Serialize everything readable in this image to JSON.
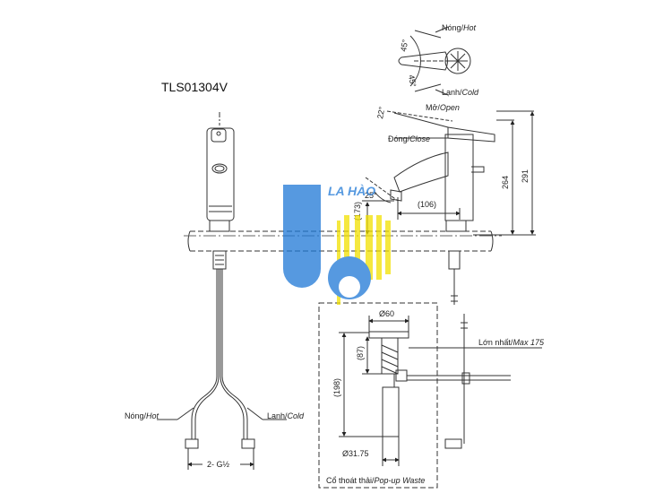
{
  "model": "TLS01304V",
  "handle": {
    "hot_label": "Nóng/",
    "hot_label_en": "Hot",
    "cold_label": "Lạnh/",
    "cold_label_en": "Cold",
    "angle_top": "45°",
    "angle_bottom": "45°"
  },
  "side_view": {
    "open_label": "Mở/",
    "open_label_en": "Open",
    "close_label": "Đóng/",
    "close_label_en": "Close",
    "angle_open": "22°",
    "angle_spout": "25°",
    "dim_173": "(173)",
    "dim_106": "(106)",
    "dim_264": "264",
    "dim_291": "291"
  },
  "front_view": {
    "hot_label": "Nóng/",
    "hot_label_en": "Hot",
    "cold_label": "Lạnh/",
    "cold_label_en": "Cold",
    "thread": "2- G½"
  },
  "waste": {
    "dia_60": "Ø60",
    "dim_87": "(87)",
    "dim_198": "(198)",
    "dia_3175": "Ø31.75",
    "max_label": "Lớn nhất/",
    "max_label_en": "Max 175",
    "caption": "Cổ thoát thải/",
    "caption_en": "Pop-up Waste"
  },
  "watermark": {
    "text": "LA HÀO",
    "colors": [
      "#1e78d6",
      "#f2e100"
    ]
  }
}
